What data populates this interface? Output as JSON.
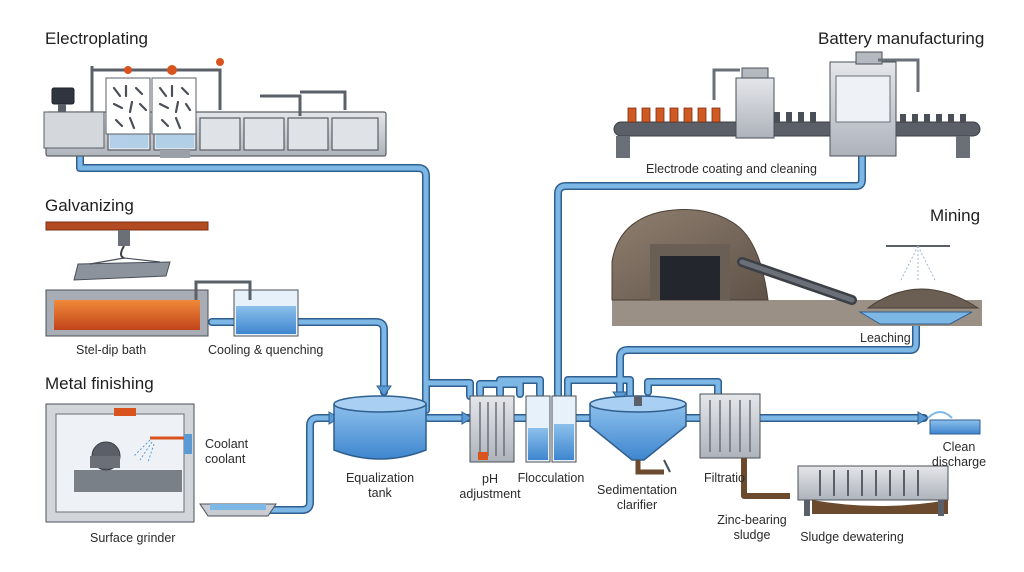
{
  "sections": {
    "electroplating": "Electroplating",
    "galvanizing": "Galvanizing",
    "metal_finishing": "Metal finishing",
    "battery_manufacturing": "Battery manufacturing",
    "mining": "Mining"
  },
  "labels": {
    "hot_dip_bath": "Stel-dip bath",
    "cooling_quenching": "Cooling & quenching",
    "coolant_line1": "Coolant",
    "coolant_line2": "coolant",
    "surface_grinder": "Surface grinder",
    "electrode_coating": "Electrode coating and cleaning",
    "leaching": "Leaching",
    "equalization_line1": "Equalization",
    "equalization_line2": "tank",
    "ph_line1": "pH",
    "ph_line2": "adjustment",
    "flocculation": "Flocculation",
    "sedimentation_line1": "Sedimentation",
    "sedimentation_line2": "clarifier",
    "filtration": "Filtratio",
    "zinc_sludge_line1": "Zinc-bearing",
    "zinc_sludge_line2": "sludge",
    "sludge_dewatering": "Sludge dewatering",
    "clean_discharge_line1": "Clean",
    "clean_discharge_line2": "discharge"
  },
  "colors": {
    "pipe": "#5b9bd5",
    "pipe_outline": "#2f5f8f",
    "water": "#4a90d9",
    "bath": "#d9531e",
    "steel": "#c9ccd3",
    "sludge": "#6b4a2e",
    "rock": "#7a6a5c"
  }
}
